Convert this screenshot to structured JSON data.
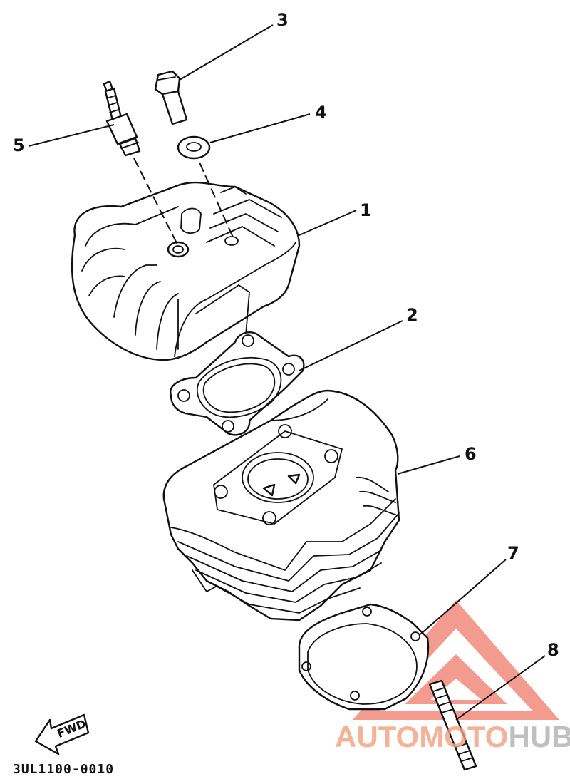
{
  "callouts": {
    "c1": "1",
    "c2": "2",
    "c3": "3",
    "c4": "4",
    "c5": "5",
    "c6": "6",
    "c7": "7",
    "c8": "8"
  },
  "fwd_label": "FWD",
  "diagram_code": "3UL1100-0010",
  "watermark": {
    "part1": "AUTOMOTO",
    "part2": "HUB",
    "color_primary": "#f0a080",
    "color_secondary": "#b0b0b0",
    "logo_color": "#f07a6a"
  }
}
